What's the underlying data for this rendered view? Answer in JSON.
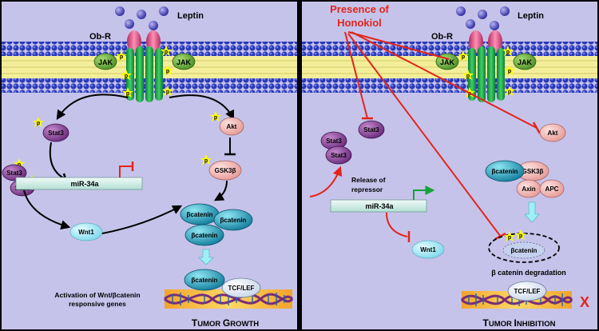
{
  "colors": {
    "background": "#c6c3ea",
    "membrane_head": "#2a39b8",
    "membrane_core": "#f3ee9a",
    "inhibition": "#e3241c",
    "title": "#e3241c",
    "phospho": "#ffff00",
    "divider": "#000000"
  },
  "left": {
    "ligand": "Leptin",
    "receptor": "Ob-R",
    "kinase_a": "JAK",
    "kinase_b": "JAK",
    "phospho": "p",
    "stat3": "Stat3",
    "stat3_dimer_a": "Stat3",
    "stat3_dimer_b": "Stat3",
    "akt": "Akt",
    "gsk": "GSK3β",
    "mirna": "miR-34a",
    "wnt": "Wnt1",
    "bcat_1": "βcatenin",
    "bcat_2": "βcatenin",
    "bcat_3": "βcatenin",
    "bcat_nuclear": "βcatenin",
    "tcf": "TCF/LEF",
    "activation_line1": "Activation of Wnt/βcatenin",
    "activation_line2": "responsive genes",
    "outcome_big1": "T",
    "outcome_small1": "UMOR",
    "outcome_big2": "G",
    "outcome_small2": "ROWTH"
  },
  "right": {
    "title_line1": "Presence of",
    "title_line2": "Honokiol",
    "ligand": "Leptin",
    "receptor": "Ob-R",
    "kinase_a": "JAK",
    "kinase_b": "JAK",
    "phospho": "p",
    "stat3": "Stat3",
    "stat3_dimer_a": "Stat3",
    "stat3_dimer_b": "Stat3",
    "release_line1": "Release of",
    "release_line2": "repressor",
    "mirna": "miR-34a",
    "wnt": "Wnt1",
    "akt": "Akt",
    "bcat": "βcatenin",
    "gsk": "GSK3β",
    "axin": "Axin",
    "apc": "APC",
    "bcat_deg": "βcatenin",
    "degradation": "β catenin degradation",
    "tcf": "TCF/LEF",
    "x_mark": "X",
    "outcome_big1": "T",
    "outcome_small1": "UMOR",
    "outcome_big2": "I",
    "outcome_small2": "NHIBITION"
  }
}
